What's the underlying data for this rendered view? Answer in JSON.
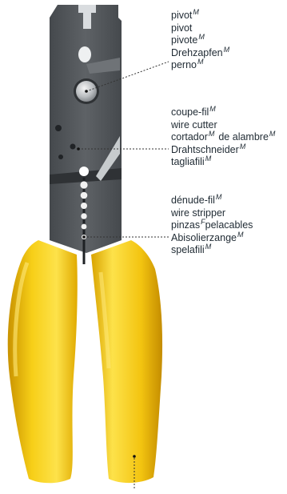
{
  "labels": {
    "pivot": [
      {
        "term": "pivot",
        "gender": "M"
      },
      {
        "term": "pivot",
        "gender": ""
      },
      {
        "term": "pivote",
        "gender": "M"
      },
      {
        "term": "Drehzapfen",
        "gender": "M"
      },
      {
        "term": "perno",
        "gender": "M"
      }
    ],
    "cutter": [
      {
        "term": "coupe-fil",
        "gender": "M"
      },
      {
        "term": "wire cutter",
        "gender": ""
      },
      {
        "term": "cortador",
        "gender": "M",
        "term2": "de alambre",
        "gender2": "M"
      },
      {
        "term": "Drahtschneider",
        "gender": "M"
      },
      {
        "term": "tagliafili",
        "gender": "M"
      }
    ],
    "stripper": [
      {
        "term": "dénude-fil",
        "gender": "M"
      },
      {
        "term": "wire stripper",
        "gender": ""
      },
      {
        "term": "pinzas",
        "gender": "F",
        "term2": "pelacables",
        "gender2": ""
      },
      {
        "term": "Abisolierzange",
        "gender": "M"
      },
      {
        "term": "spelafili",
        "gender": "M"
      }
    ]
  },
  "colors": {
    "head": "#55595d",
    "head_dark": "#3e4246",
    "handle": "#f2c200",
    "handle_shade": "#d39d00",
    "handle_light": "#ffe04a",
    "leader": "#333333"
  }
}
